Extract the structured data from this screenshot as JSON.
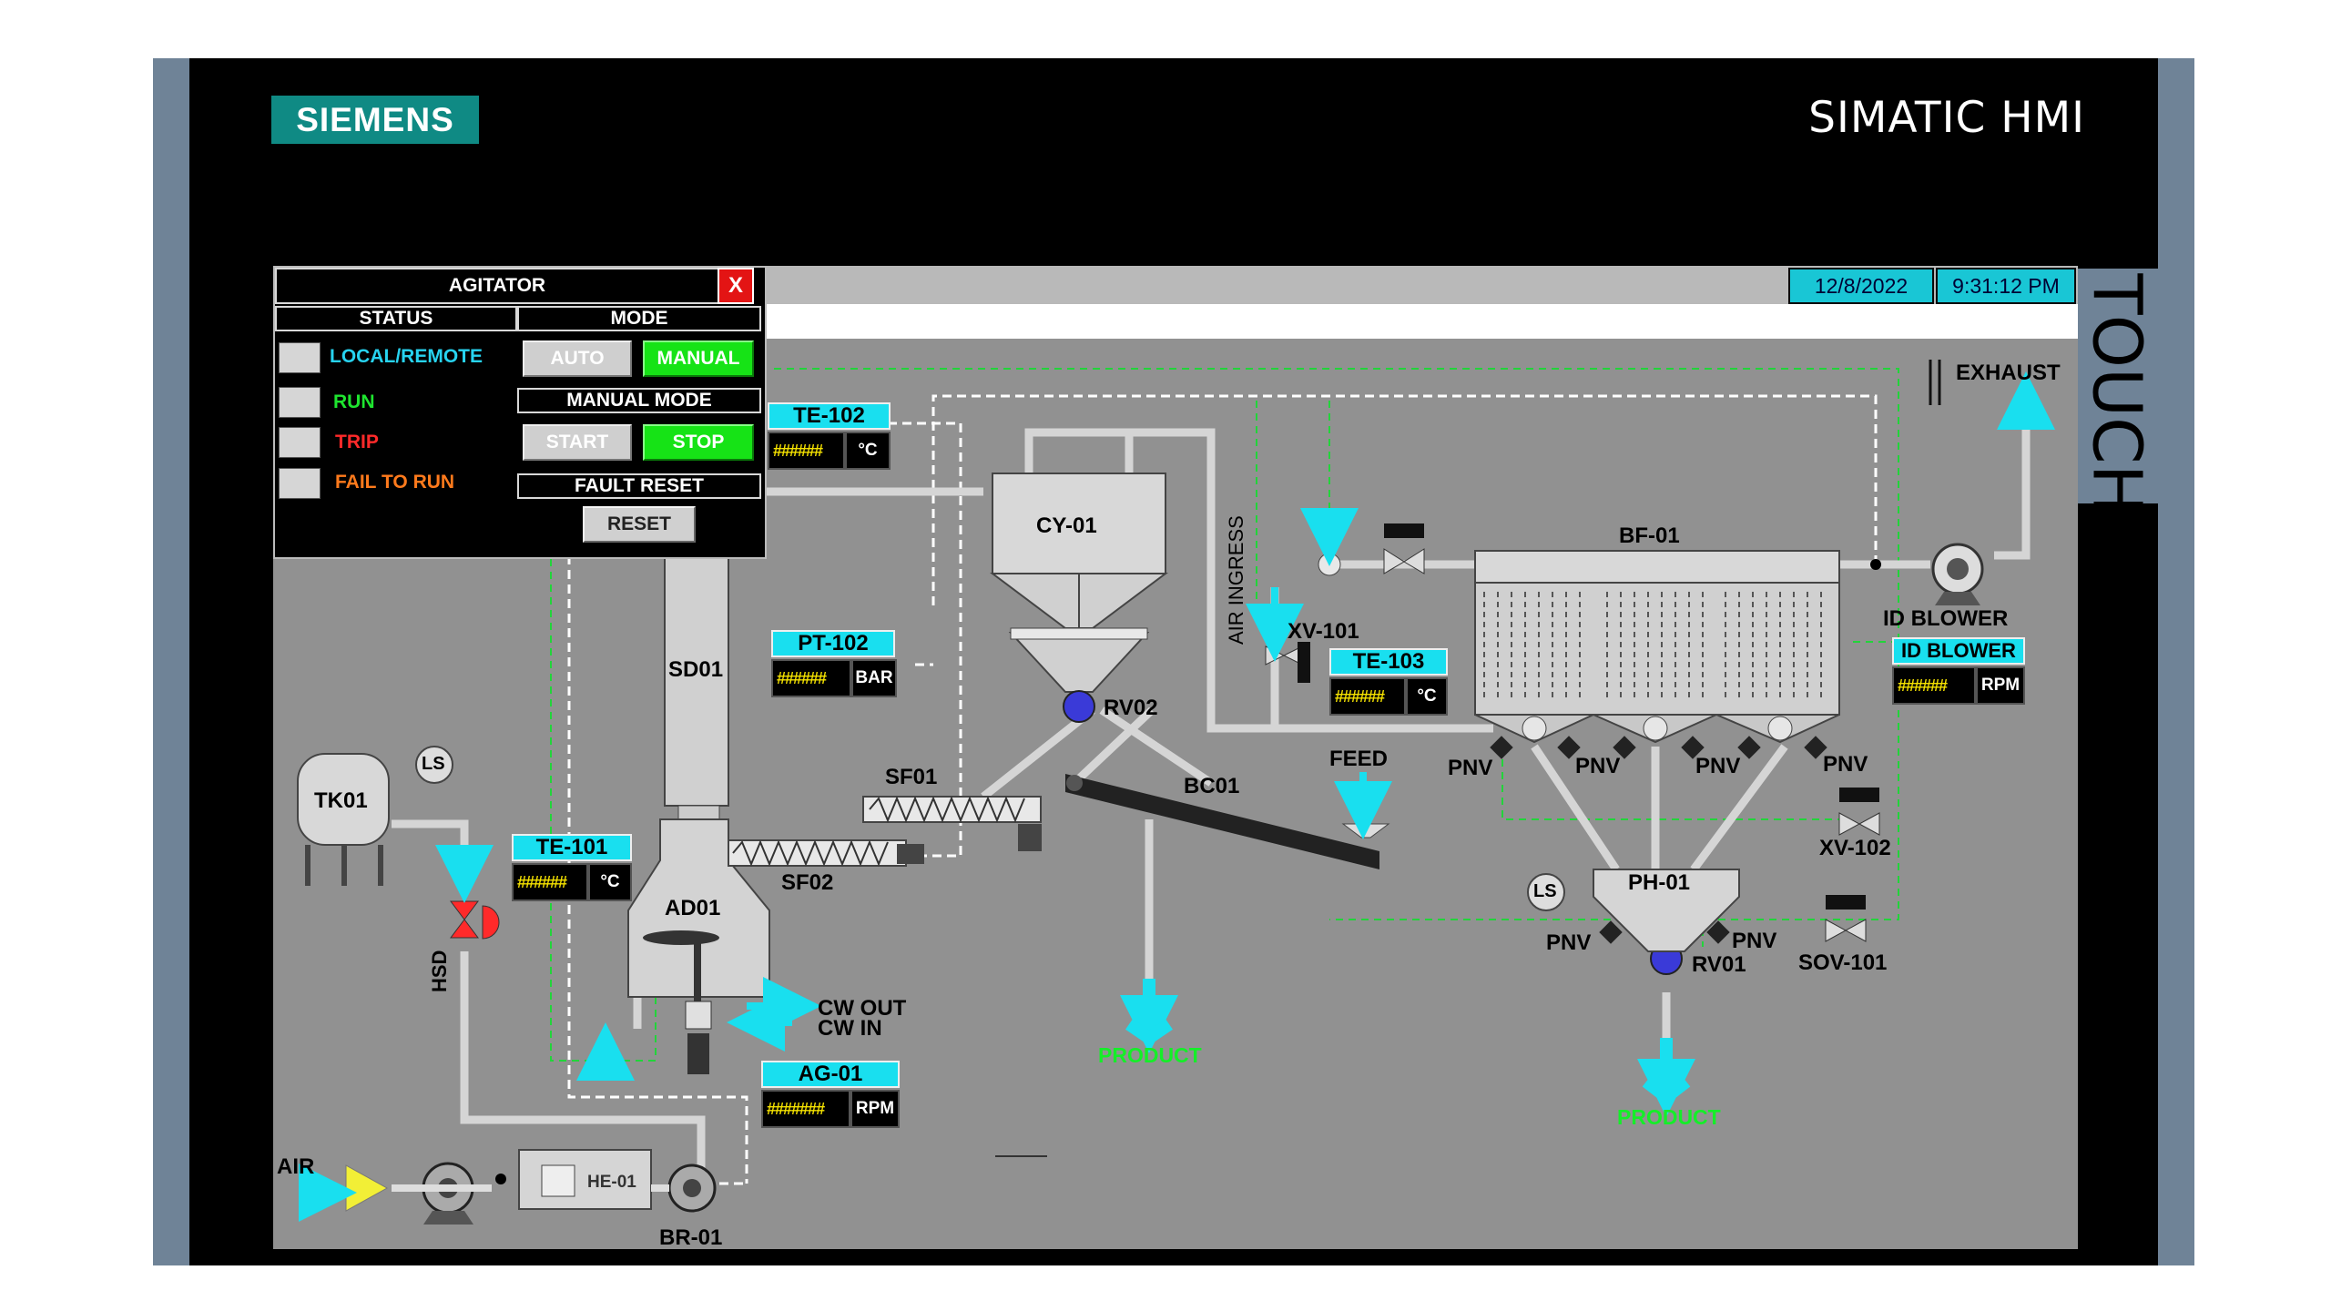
{
  "brand": {
    "logo": "SIEMENS",
    "product": "SIMATIC HMI",
    "side_label": "TOUCH"
  },
  "header": {
    "date": "12/8/2022",
    "time": "9:31:12 PM"
  },
  "faceplate": {
    "title": "AGITATOR",
    "close_label": "X",
    "status_header": "STATUS",
    "mode_header": "MODE",
    "manual_mode_header": "MANUAL MODE",
    "fault_reset_header": "FAULT RESET",
    "status_items": [
      {
        "label": "LOCAL/REMOTE",
        "color": "#27d3f0"
      },
      {
        "label": "RUN",
        "color": "#1ee52f"
      },
      {
        "label": "TRIP",
        "color": "#ff2a2a"
      },
      {
        "label": "FAIL TO RUN",
        "color": "#ff7a1c"
      }
    ],
    "auto_label": "AUTO",
    "manual_label": "MANUAL",
    "start_label": "START",
    "stop_label": "STOP",
    "reset_label": "RESET"
  },
  "instruments": [
    {
      "tag": "TE-102",
      "value": "######",
      "unit": "°C"
    },
    {
      "tag": "PT-102",
      "value": "######",
      "unit": "BAR"
    },
    {
      "tag": "TE-101",
      "value": "######",
      "unit": "°C"
    },
    {
      "tag": "TE-103",
      "value": "######",
      "unit": "°C"
    },
    {
      "tag": "AG-01",
      "value": "#######",
      "unit": "RPM"
    },
    {
      "tag": "ID BLOWER",
      "value": "######",
      "unit": "RPM"
    }
  ],
  "labels": {
    "sd01": "SD01",
    "cy01": "CY-01",
    "rv02": "RV02",
    "sf01": "SF01",
    "sf02": "SF02",
    "bc01": "BC01",
    "feed": "FEED",
    "tk01": "TK01",
    "ls1": "LS",
    "ls2": "LS",
    "ad01": "AD01",
    "hsd": "HSD",
    "cw_out": "CW OUT",
    "cw_in": "CW IN",
    "air": "AIR",
    "he01": "HE-01",
    "br01": "BR-01",
    "air_ingress": "AIR INGRESS",
    "xv101": "XV-101",
    "bf01": "BF-01",
    "exhaust": "EXHAUST",
    "id_blower": "ID BLOWER",
    "pnv1": "PNV",
    "pnv2": "PNV",
    "pnv3": "PNV",
    "pnv4": "PNV",
    "pnv5": "PNV",
    "pnv6": "PNV",
    "xv102": "XV-102",
    "ph01": "PH-01",
    "sov101": "SOV-101",
    "rv01": "RV01",
    "product1": "PRODUCT",
    "product2": "PRODUCT"
  },
  "colors": {
    "screen_bg": "#919191",
    "instrument_tag": "#19dfef",
    "signal_line": "#22d43a",
    "flow_arrow": "#19dfef"
  }
}
